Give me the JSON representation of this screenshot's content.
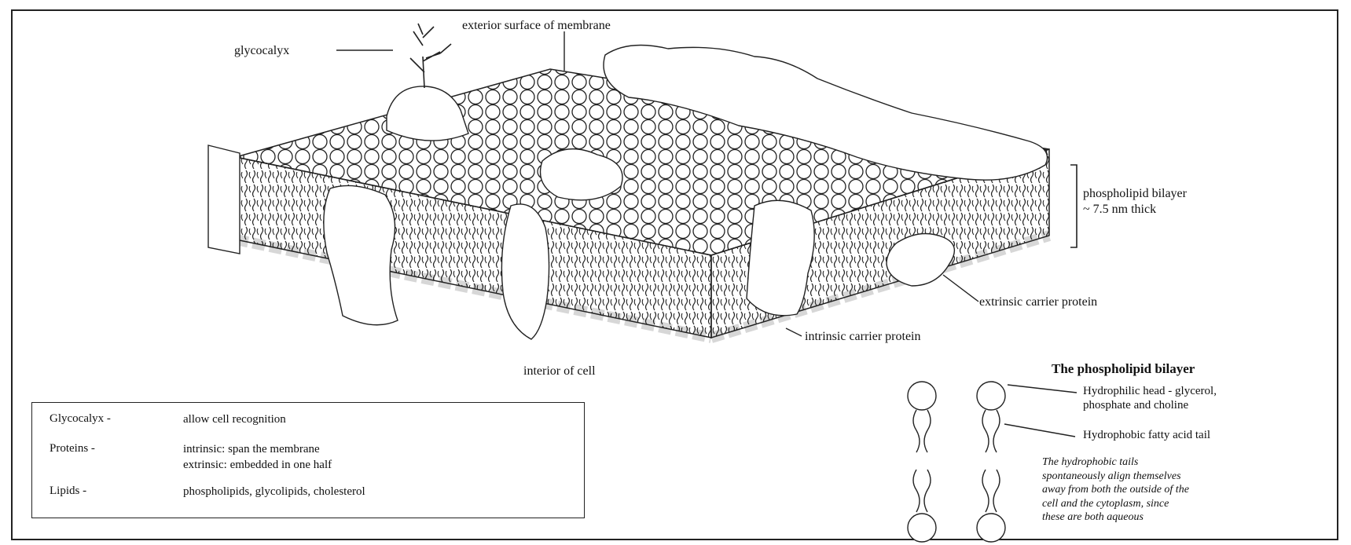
{
  "membrane_labels": {
    "exterior": "exterior surface of membrane",
    "glycocalyx": "glycocalyx",
    "bilayer_line1": "phospholipid bilayer",
    "bilayer_line2": "~ 7.5 nm thick",
    "extrinsic": "extrinsic carrier protein",
    "intrinsic": "intrinsic carrier protein",
    "interior": "interior of cell"
  },
  "legend": {
    "rows": [
      {
        "term": "Glycocalyx -",
        "def_line1": "allow cell recognition",
        "def_line2": ""
      },
      {
        "term": "Proteins -",
        "def_line1": "intrinsic: span the membrane",
        "def_line2": "extrinsic: embedded in one half"
      },
      {
        "term": "Lipids -",
        "def_line1": "phospholipids, glycolipids, cholesterol",
        "def_line2": ""
      }
    ]
  },
  "bilayer_panel": {
    "title": "The phospholipid bilayer",
    "head_line1": "Hydrophilic head - glycerol,",
    "head_line2": "phosphate and choline",
    "tail_label": "Hydrophobic fatty acid tail",
    "note_lines": [
      "The hydrophobic tails",
      "spontaneously align themselves",
      "away from both the outside of the",
      "cell and the cytoplasm, since",
      "these are both aqueous"
    ]
  },
  "icons": [
    "membrane-block-drawing",
    "phospholipid-molecule-icon"
  ],
  "colors": {
    "ink": "#111111",
    "paper": "#ffffff"
  }
}
